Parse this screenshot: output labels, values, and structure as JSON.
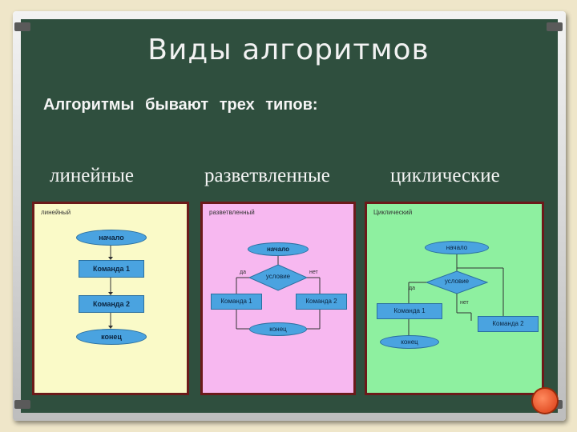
{
  "title": "Виды алгоритмов",
  "subtitle": "Алгоритмы бывают трех типов:",
  "types": [
    "линейные",
    "разветвленные",
    "циклические"
  ],
  "panels": {
    "linear": {
      "header": "линейный",
      "bg": "#fafac8",
      "start": "начало",
      "cmd1": "Команда 1",
      "cmd2": "Команда 2",
      "end": "конец"
    },
    "branch": {
      "header": "разветвленный",
      "bg": "#f7b8f0",
      "start": "начало",
      "cond": "условие",
      "yes": "да",
      "no": "нет",
      "cmd1": "Команда 1",
      "cmd2": "Команда 2",
      "end": "конец"
    },
    "cyclic": {
      "header": "Циклический",
      "bg": "#8ef0a0",
      "start": "начало",
      "cond": "условие",
      "yes": "да",
      "no": "нет",
      "cmd1": "Команда 1",
      "cmd2": "Команда 2",
      "end": "конец"
    }
  },
  "colors": {
    "board": "#2f4f3e",
    "box": "#4aa3e0",
    "accent": "#d83a12"
  },
  "icons": {
    "nav": "red-circle-button-icon"
  }
}
